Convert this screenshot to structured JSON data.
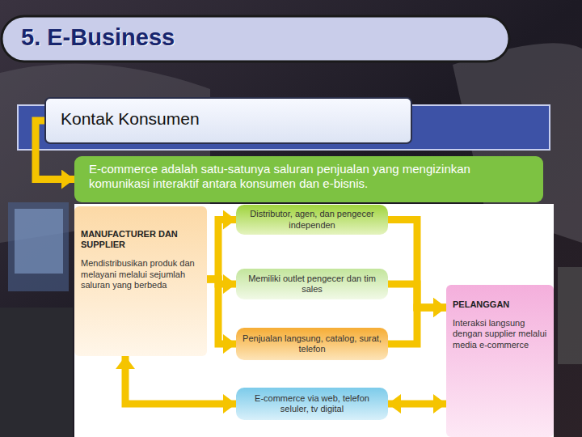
{
  "diagram": {
    "title": "5. E-Business",
    "nodes": [
      {
        "text": [
          "Kontak Konsumen"
        ]
      },
      {
        "text": [
          "E-commerce adalah satu-satunya saluran penjualan yang mengizinkan komunikasi interaktif antara konsumen dan e-bisnis."
        ]
      },
      {
        "text": [
          "MANUFACTURER DAN SUPPLIER",
          "Mendistribusikan produk dan melayani melalui sejumlah saluran yang berbeda"
        ]
      },
      {
        "text": [
          "Distributor, agen, dan pengecer independen"
        ]
      },
      {
        "text": [
          "Memiliki outlet pengecer dan tim sales"
        ]
      },
      {
        "text": [
          "Penjualan langsung, catalog, surat, telefon"
        ]
      },
      {
        "text": [
          "E-commerce via web, telefon seluler, tv digital"
        ]
      },
      {
        "text": [
          "PELANGGAN",
          "Interaksi langsung dengan supplier melalui media e-commerce"
        ]
      }
    ],
    "edges": [
      {
        "from": 0,
        "to": 1,
        "arrow": "to"
      },
      {
        "from": 2,
        "to": 3,
        "arrow": "to"
      },
      {
        "from": 2,
        "to": 4,
        "arrow": "to"
      },
      {
        "from": 2,
        "to": 5,
        "arrow": "to"
      },
      {
        "from": 3,
        "to": 7,
        "arrow": "to"
      },
      {
        "from": 4,
        "to": 7,
        "arrow": "to"
      },
      {
        "from": 5,
        "to": 7,
        "arrow": "to"
      },
      {
        "from": 2,
        "to": 6,
        "arrow": "both"
      },
      {
        "from": 6,
        "to": 7,
        "arrow": "both"
      }
    ]
  }
}
